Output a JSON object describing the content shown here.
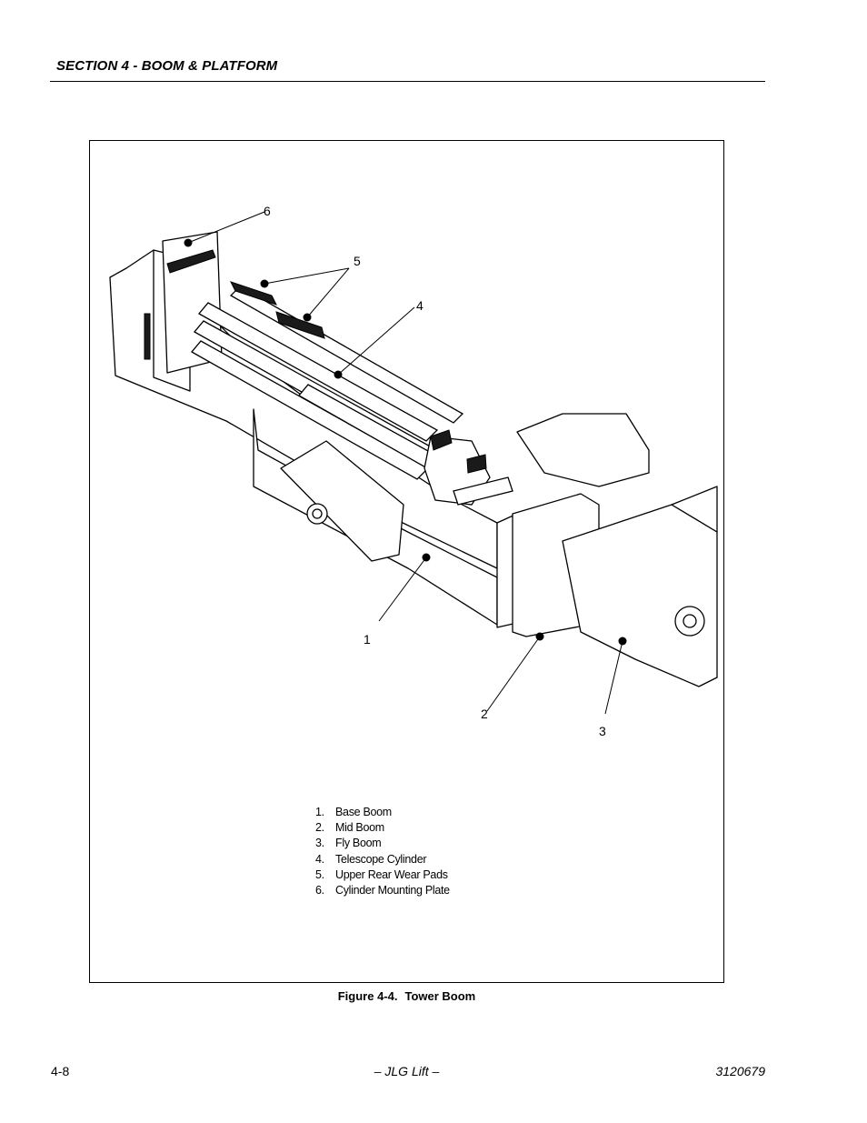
{
  "header": {
    "section_title": "SECTION 4 - BOOM & PLATFORM"
  },
  "figure": {
    "callouts": [
      "1",
      "2",
      "3",
      "4",
      "5",
      "6"
    ],
    "legend": [
      {
        "num": "1.",
        "label": "Base Boom"
      },
      {
        "num": "2.",
        "label": "Mid Boom"
      },
      {
        "num": "3.",
        "label": "Fly Boom"
      },
      {
        "num": "4.",
        "label": "Telescope Cylinder"
      },
      {
        "num": "5.",
        "label": "Upper Rear Wear Pads"
      },
      {
        "num": "6.",
        "label": "Cylinder Mounting Plate"
      }
    ],
    "caption_number": "Figure 4-4.",
    "caption_title": "Tower Boom"
  },
  "footer": {
    "page_number": "4-8",
    "center": "– JLG Lift –",
    "doc_number": "3120679"
  }
}
